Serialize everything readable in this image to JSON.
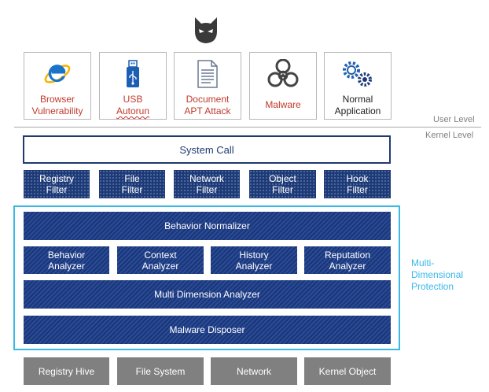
{
  "threats": [
    {
      "label": "Browser\nVulnerability",
      "icon": "ie-browser-icon",
      "color": "#c0392b"
    },
    {
      "label": "USB\nAutorun",
      "icon": "usb-icon",
      "color": "#c0392b"
    },
    {
      "label": "Document\nAPT Attack",
      "icon": "document-icon",
      "color": "#c0392b"
    },
    {
      "label": "Malware",
      "icon": "biohazard-icon",
      "color": "#c0392b"
    },
    {
      "label": "Normal\nApplication",
      "icon": "gears-icon",
      "color": "#222222"
    }
  ],
  "levels": {
    "user": "User Level",
    "kernel": "Kernel Level"
  },
  "system_call": "System Call",
  "filters": [
    "Registry\nFilter",
    "File\nFilter",
    "Network\nFilter",
    "Object\nFilter",
    "Hook\nFilter"
  ],
  "protection": {
    "label": "Multi-\nDimensional\nProtection",
    "normalizer": "Behavior Normalizer",
    "analyzers": [
      "Behavior\nAnalyzer",
      "Context\nAnalyzer",
      "History\nAnalyzer",
      "Reputation\nAnalyzer"
    ],
    "multi_dimension": "Multi Dimension Analyzer",
    "disposer": "Malware Disposer"
  },
  "resources": [
    "Registry Hive",
    "File System",
    "Network",
    "Kernel Object"
  ],
  "colors": {
    "dark_blue": "#1f3a72",
    "accent_cyan": "#3ab8e6",
    "threat_red": "#c0392b",
    "resource_gray": "#808080"
  }
}
